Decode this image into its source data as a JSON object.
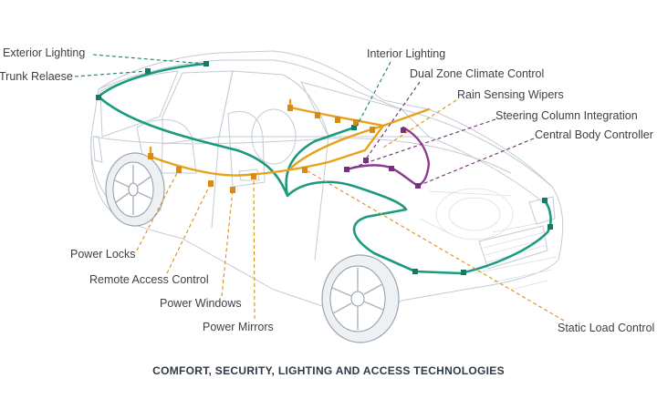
{
  "caption": "COMFORT, SECURITY, LIGHTING AND ACCESS TECHNOLOGIES",
  "labels": {
    "exterior_lighting": "Exterior Lighting",
    "trunk_release": "Trunk Relaese",
    "interior_lighting": "Interior Lighting",
    "dual_zone_climate": "Dual Zone Climate Control",
    "rain_sensing_wipers": "Rain Sensing Wipers",
    "steering_column": "Steering Column Integration",
    "central_body_controller": "Central Body Controller",
    "power_locks": "Power Locks",
    "remote_access": "Remote Access Control",
    "power_windows": "Power Windows",
    "power_mirrors": "Power Mirrors",
    "static_load_control": "Static Load Control"
  },
  "colors": {
    "teal_harness": "#1b9a7e",
    "orange_harness": "#e8a21a",
    "purple_harness": "#8a3b8f",
    "car_outline": "#c3cbd4",
    "label_text": "#3c4147"
  }
}
